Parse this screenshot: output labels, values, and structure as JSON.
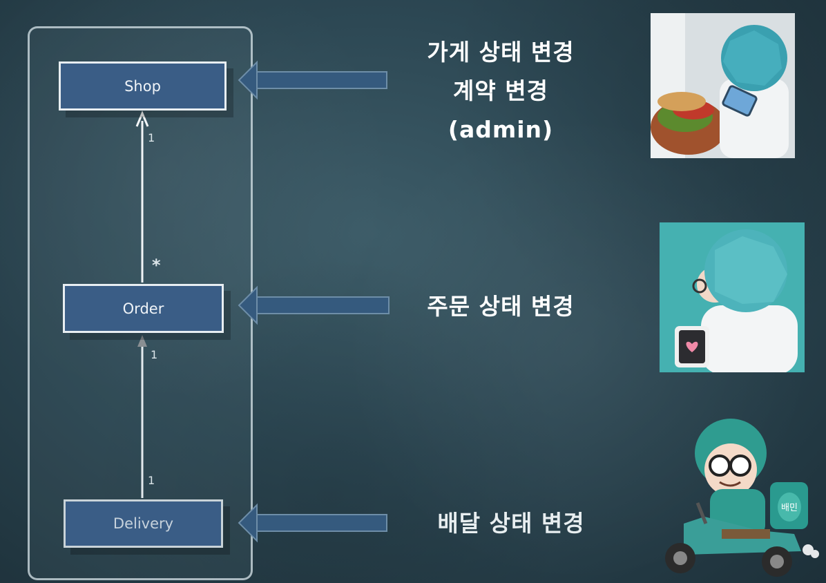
{
  "diagram": {
    "classes": [
      {
        "id": "shop",
        "name": "Shop"
      },
      {
        "id": "order",
        "name": "Order"
      },
      {
        "id": "delivery",
        "name": "Delivery"
      }
    ],
    "associations": [
      {
        "from": "order",
        "to": "shop",
        "target_multiplicity": "1",
        "source_multiplicity": "*"
      },
      {
        "from": "delivery",
        "to": "order",
        "target_multiplicity": "1",
        "source_multiplicity": "1"
      }
    ]
  },
  "annotations": {
    "shop": [
      "가게 상태 변경",
      "계약 변경",
      "(admin)"
    ],
    "order": [
      "주문 상태 변경"
    ],
    "delivery": [
      "배달 상태 변경"
    ]
  },
  "illustrations": {
    "rider_box_text": "배민"
  },
  "colors": {
    "background": "#2c4753",
    "box_fill": "#3a5d86",
    "pointer_arrow": "#355a7e",
    "character_teal": "#46b3b3"
  }
}
